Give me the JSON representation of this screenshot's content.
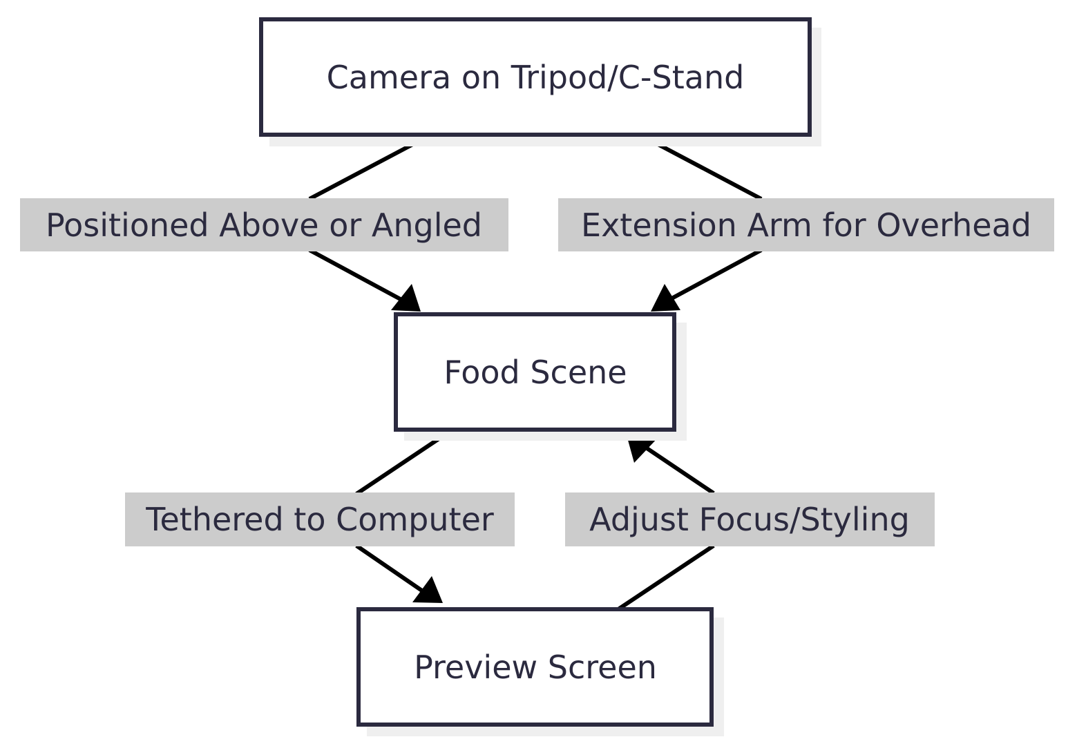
{
  "diagram": {
    "type": "flowchart",
    "colors": {
      "node_border": "#2b2a3f",
      "node_fill": "#ffffff",
      "node_shadow": "#efefef",
      "edge": "#000000",
      "label_bg": "#cccccc",
      "text": "#2b2a3f"
    },
    "nodes": [
      {
        "id": "camera",
        "label": "Camera on Tripod/C-Stand"
      },
      {
        "id": "food",
        "label": "Food Scene"
      },
      {
        "id": "preview",
        "label": "Preview Screen"
      }
    ],
    "edges": [
      {
        "from": "camera",
        "to": "food",
        "label": "Positioned Above or Angled"
      },
      {
        "from": "camera",
        "to": "food",
        "label": "Extension Arm for Overhead"
      },
      {
        "from": "food",
        "to": "preview",
        "label": "Tethered to Computer"
      },
      {
        "from": "preview",
        "to": "food",
        "label": "Adjust Focus/Styling"
      }
    ]
  }
}
